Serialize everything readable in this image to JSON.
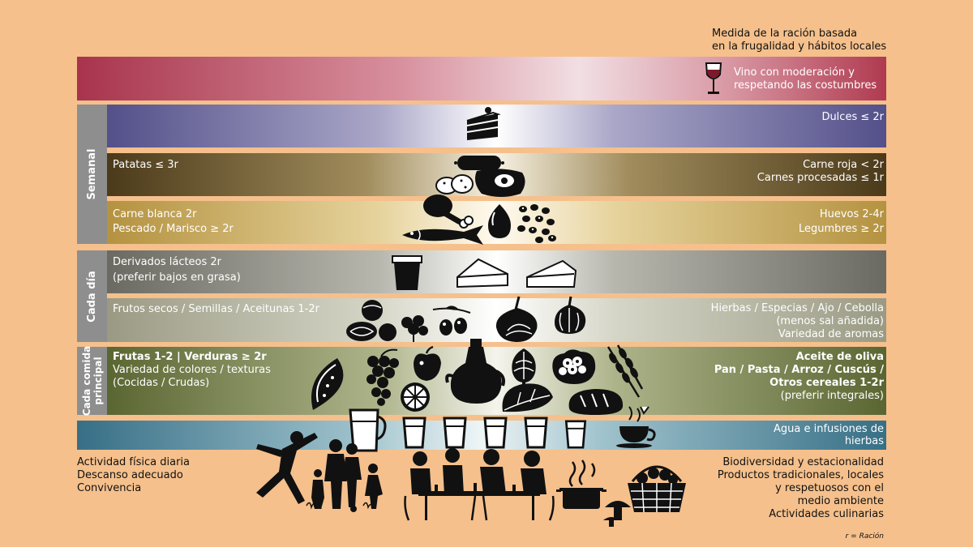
{
  "header": {
    "serving_note": "Medida de la ración basada\nen la frugalidad y hábitos locales"
  },
  "wine": {
    "text": "Vino con moderación y\nrespetando las costumbres"
  },
  "groups": {
    "weekly": "Semanal",
    "daily": "Cada día",
    "main_meal": "Cada comida\nprincipal"
  },
  "weekly": {
    "sweets": "Dulces ≤ 2r",
    "potatoes": "Patatas ≤ 3r",
    "red_meat": "Carne roja < 2r\nCarnes procesadas ≤ 1r",
    "white_meat_fish": "Carne blanca 2r\nPescado / Marisco ≥ 2r",
    "eggs_legumes": "Huevos 2-4r\nLegumbres ≥ 2r"
  },
  "daily": {
    "dairy": "Derivados lácteos 2r\n(preferir bajos en grasa)",
    "nuts": "Frutos secos / Semillas / Aceitunas 1-2r",
    "herbs": "Hierbas / Especias / Ajo / Cebolla\n(menos sal añadida)\nVariedad de aromas"
  },
  "main_meal": {
    "fruits_veg_title": "Frutas 1-2 | Verduras ≥ 2r",
    "fruits_veg_note": "Variedad de colores / texturas\n(Cocidas / Crudas)",
    "oil_cereals_title": "Aceite de oliva\nPan / Pasta / Arroz / Cuscús /\nOtros cereales 1-2r",
    "oil_cereals_note": "(preferir integrales)"
  },
  "water": "Agua e infusiones de\nhierbas",
  "lifestyle_left": "Actividad física diaria\nDescanso adecuado\nConvivencia",
  "lifestyle_right": "Biodiversidad y estacionalidad\nProductos tradicionales, locales\ny respetuosos con el\nmedio ambiente\nActividades culinarias",
  "footnote": "r = Ración",
  "colors": {
    "background": "#f5c08c",
    "wine_band": "#b03a50",
    "sweets_band": "#5d5a8c",
    "meat_band": "#54431f",
    "eggs_band": "#b89a48",
    "dairy_band": "#6e6e66",
    "nuts_band": "#9a9a86",
    "main_band": "#5c6834",
    "water_band": "#3a7388",
    "label_gray": "#8e8e8e"
  },
  "icons": [
    "wine-glass-icon",
    "cake-icon",
    "sausage-icon",
    "potato-icon",
    "steak-icon",
    "chicken-leg-icon",
    "egg-icon",
    "beans-icon",
    "fish-icon",
    "yogurt-icon",
    "cheese-icon",
    "walnut-icon",
    "hazelnut-icon",
    "parsley-icon",
    "olives-icon",
    "onion-icon",
    "garlic-icon",
    "watermelon-icon",
    "grapes-icon",
    "apple-icon",
    "orange-icon",
    "olive-oil-jar-icon",
    "artichoke-icon",
    "cauliflower-icon",
    "spinach-icon",
    "wheat-icon",
    "bread-icon",
    "water-jug-icon",
    "glass-icon",
    "tea-cup-icon",
    "exercise-person-icon",
    "family-icon",
    "dinner-table-icon",
    "cooking-pot-icon",
    "mushroom-icon",
    "basket-icon"
  ]
}
